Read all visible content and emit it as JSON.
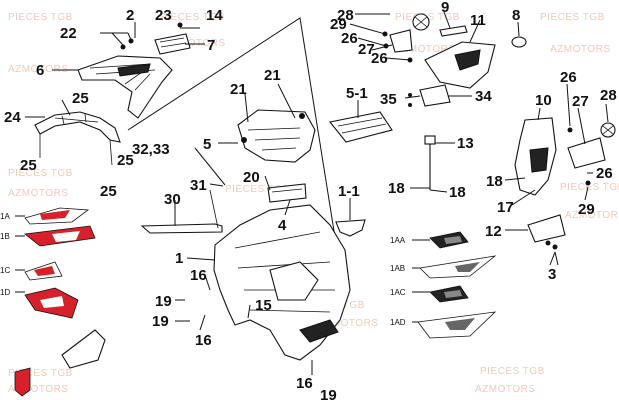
{
  "watermark": {
    "line1": "PIECES TGB",
    "line2": "AZMOTORS"
  },
  "callouts": {
    "c2": "2",
    "c23": "23",
    "c14": "14",
    "c22": "22",
    "c7": "7",
    "c6": "6",
    "c24": "24",
    "c25a": "25",
    "c25b": "25",
    "c25c": "25",
    "c25d": "25",
    "c21a": "21",
    "c21b": "21",
    "c5": "5",
    "c3233": "32,33",
    "c31": "31",
    "c20": "20",
    "c4": "4",
    "c30": "30",
    "c1": "1",
    "c16a": "16",
    "c16b": "16",
    "c16c": "16",
    "c19a": "19",
    "c19b": "19",
    "c19c": "19",
    "c15": "15",
    "c28a": "28",
    "c9": "9",
    "c11": "11",
    "c8": "8",
    "c29a": "29",
    "c26a": "26",
    "c27a": "27",
    "c26b": "26",
    "c51": "5-1",
    "c35": "35",
    "c34": "34",
    "c13": "13",
    "c18a": "18",
    "c18b": "18",
    "c11b": "1-1",
    "c10": "10",
    "c26c": "26",
    "c27b": "27",
    "c28b": "28",
    "c26d": "26",
    "c18c": "18",
    "c17": "17",
    "c29b": "29",
    "c12": "12",
    "c3": "3"
  },
  "decals": {
    "d1A": "1A",
    "d1B": "1B",
    "d1C": "1C",
    "d1D": "1D",
    "d1AA": "1AA",
    "d1AB": "1AB",
    "d1AC": "1AC",
    "d1AD": "1AD"
  },
  "colors": {
    "decal_red": "#d8202a",
    "watermark": "#f2c9b8"
  }
}
